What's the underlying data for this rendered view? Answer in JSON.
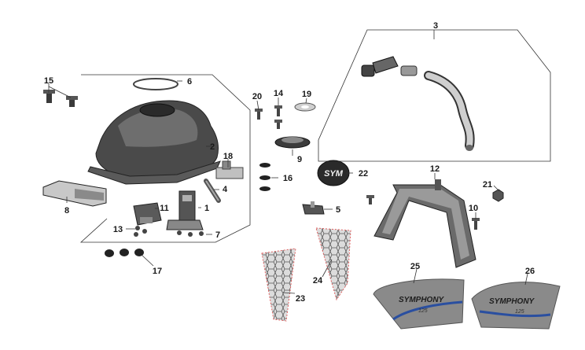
{
  "diagram": {
    "callouts": [
      "1",
      "2",
      "3",
      "4",
      "5",
      "6",
      "7",
      "8",
      "9",
      "10",
      "11",
      "12",
      "13",
      "14",
      "15",
      "16",
      "17",
      "18",
      "19",
      "20",
      "21",
      "22",
      "23",
      "24",
      "25",
      "26"
    ],
    "logo_text": "SYM",
    "decal_left_text": "SYMPHONY",
    "decal_left_sub": "125",
    "decal_right_text": "SYMPHONY",
    "decal_right_sub": "125",
    "colors": {
      "line": "#333333",
      "part_dark": "#3a3a3a",
      "part_mid": "#8a8a8a",
      "part_light": "#cfcfcf",
      "decal_blue": "#2a4fa0",
      "mesh_red": "#e06060"
    }
  }
}
